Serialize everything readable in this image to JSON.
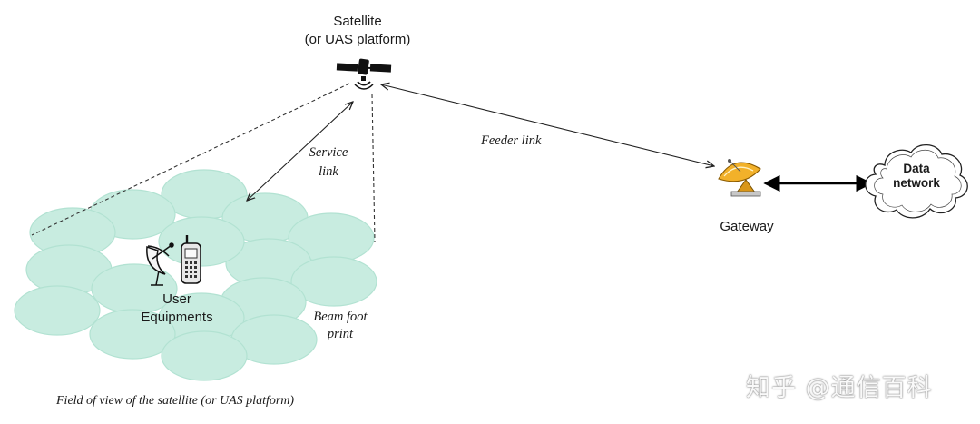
{
  "satellite": {
    "line1": "Satellite",
    "line2": "(or UAS platform)"
  },
  "links": {
    "service_line1": "Service",
    "service_line2": "link",
    "feeder": "Feeder link"
  },
  "gateway": {
    "label": "Gateway"
  },
  "data_network": {
    "line1": "Data",
    "line2": "network"
  },
  "user_equipments": {
    "line1": "User",
    "line2": "Equipments"
  },
  "beam_footprint": {
    "line1": "Beam foot",
    "line2": "print"
  },
  "field_of_view": "Field of view of the satellite (or UAS platform)",
  "watermark": "知乎 @通信百科",
  "colors": {
    "beam_fill": "#c8ece0",
    "beam_edge": "#b2e2d2",
    "dish": "#e6a21b",
    "line": "#222222"
  },
  "icons": [
    "satellite-icon",
    "dish-antenna-icon",
    "mobile-phone-icon",
    "gateway-dish-icon",
    "cloud-icon"
  ]
}
